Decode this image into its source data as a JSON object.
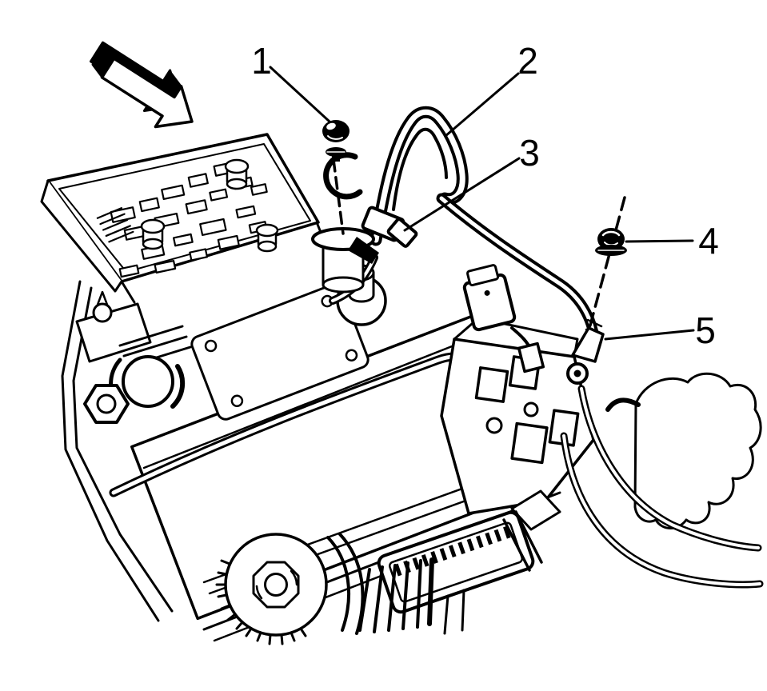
{
  "figure": {
    "kind": "service-manual line-art illustration",
    "subject": "engine compartment battery, fuse block and wiring harness",
    "background_color": "#ffffff",
    "line_color": "#000000"
  },
  "direction_arrow": {
    "style": "3d-block-arrow",
    "direction": "down-right"
  },
  "callouts": [
    {
      "label": "1",
      "target": "cable bolt"
    },
    {
      "label": "2",
      "target": "cable loop"
    },
    {
      "label": "3",
      "target": "cable clip"
    },
    {
      "label": "4",
      "target": "nut"
    },
    {
      "label": "5",
      "target": "harness bracket"
    }
  ]
}
